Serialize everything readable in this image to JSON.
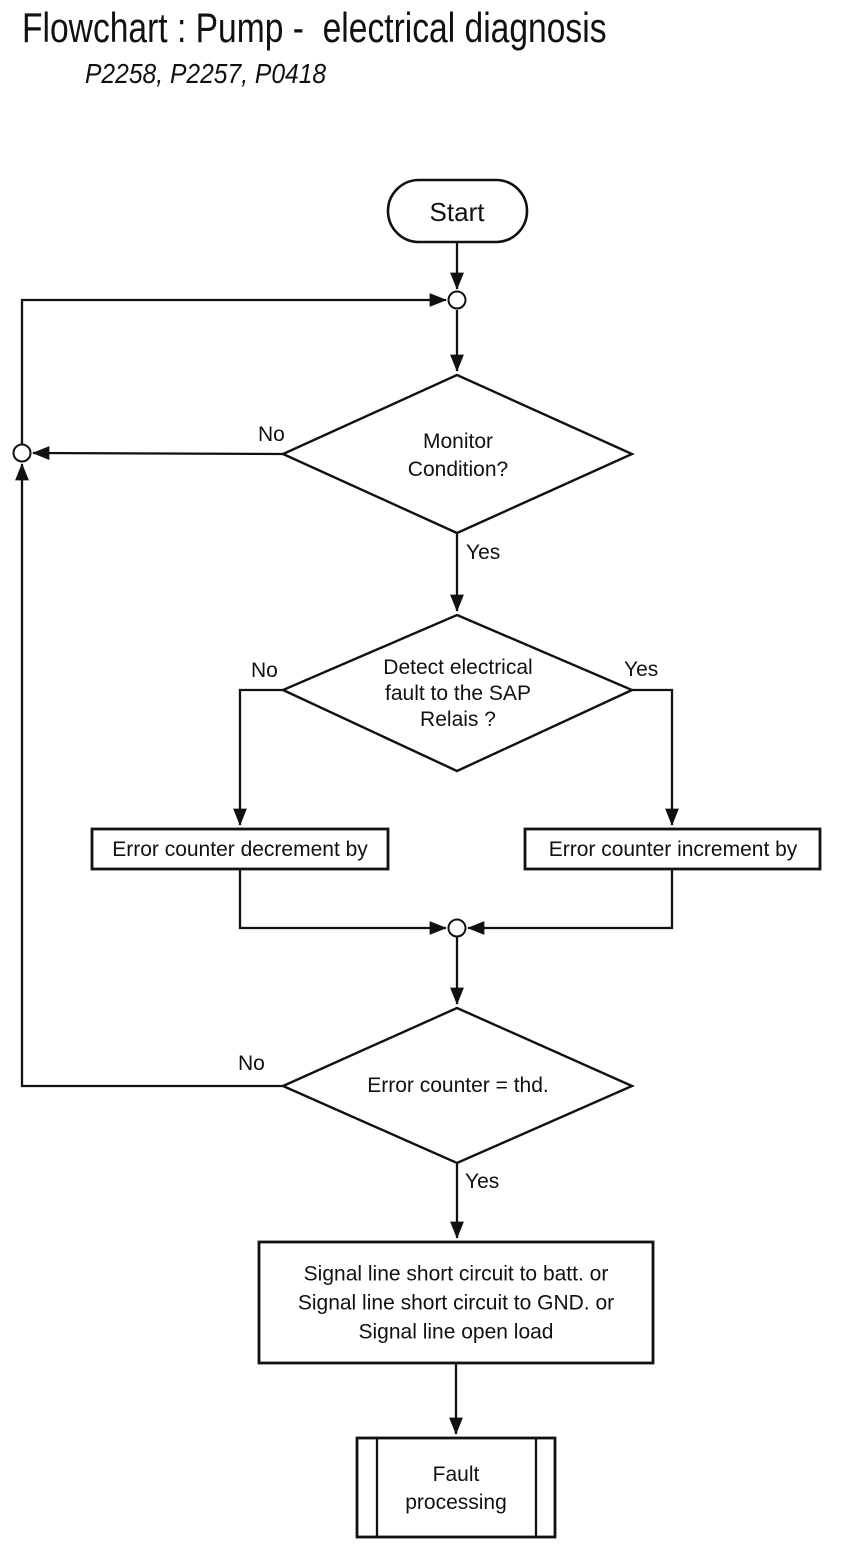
{
  "page": {
    "title": "Flowchart : Pump -  electrical diagnosis",
    "subtitle": "P2258, P2257, P0418",
    "background_color": "#ffffff",
    "line_color": "#111111",
    "text_color": "#111111"
  },
  "nodes": {
    "start": {
      "type": "terminator",
      "label": "Start"
    },
    "monitor_condition": {
      "type": "decision",
      "line1": "Monitor",
      "line2": "Condition?"
    },
    "detect_fault": {
      "type": "decision",
      "line1": "Detect electrical",
      "line2": "fault to the SAP",
      "line3": "Relais ?"
    },
    "decrement": {
      "type": "process",
      "label": "Error counter decrement by"
    },
    "increment": {
      "type": "process",
      "label": "Error counter increment by"
    },
    "threshold": {
      "type": "decision",
      "label": "Error counter = thd."
    },
    "signal_fault": {
      "type": "process",
      "line1": "Signal line short circuit to batt. or",
      "line2": "Signal line short circuit to GND. or",
      "line3": "Signal line open load"
    },
    "fault_processing": {
      "type": "predefined-process",
      "line1": "Fault",
      "line2": "processing"
    }
  },
  "branch_labels": {
    "monitor_no": "No",
    "monitor_yes": "Yes",
    "detect_no": "No",
    "detect_yes": "Yes",
    "threshold_no": "No",
    "threshold_yes": "Yes"
  },
  "edges": [
    {
      "from": "start",
      "to": "entry-junction",
      "branch": ""
    },
    {
      "from": "entry-junction",
      "to": "monitor_condition",
      "branch": ""
    },
    {
      "from": "monitor_condition",
      "to": "loop-junction",
      "branch": "No"
    },
    {
      "from": "monitor_condition",
      "to": "detect_fault",
      "branch": "Yes"
    },
    {
      "from": "detect_fault",
      "to": "decrement",
      "branch": "No"
    },
    {
      "from": "detect_fault",
      "to": "increment",
      "branch": "Yes"
    },
    {
      "from": "decrement",
      "to": "merge-junction",
      "branch": ""
    },
    {
      "from": "increment",
      "to": "merge-junction",
      "branch": ""
    },
    {
      "from": "merge-junction",
      "to": "threshold",
      "branch": ""
    },
    {
      "from": "threshold",
      "to": "loop-junction",
      "branch": "No"
    },
    {
      "from": "loop-junction",
      "to": "entry-junction",
      "branch": ""
    },
    {
      "from": "threshold",
      "to": "signal_fault",
      "branch": "Yes"
    },
    {
      "from": "signal_fault",
      "to": "fault_processing",
      "branch": ""
    }
  ]
}
